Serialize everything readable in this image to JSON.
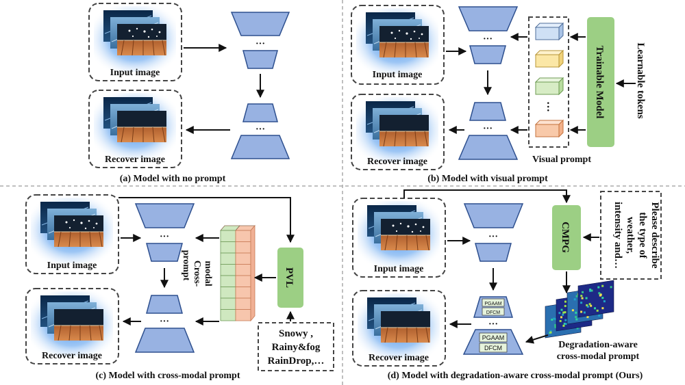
{
  "panels": {
    "a": {
      "caption": "(a) Model with no prompt",
      "input_label": "Input image",
      "output_label": "Recover  image",
      "dots": "···"
    },
    "b": {
      "caption": "(b) Model with  visual prompt",
      "input_label": "Input image",
      "output_label": "Recover  image",
      "dots": "···",
      "trainable_model": "Trainable Model",
      "learnable_tokens": "Learnable tokens",
      "visual_prompt": "Visual  prompt",
      "token_dots": "···"
    },
    "c": {
      "caption": "(c) Model with cross-modal prompt",
      "input_label": "Input image",
      "output_label": "Recover  image",
      "dots": "···",
      "cross_modal_line1": "Cross-",
      "cross_modal_line2": "modal",
      "cross_modal_line3": "prompt",
      "pvl": "PVL",
      "weather_line1": "Snowy ,",
      "weather_line2": "Rainy&fog",
      "weather_line3": "RainDrop,…"
    },
    "d": {
      "caption": "(d) Model with degradation-aware cross-modal prompt (Ours)",
      "input_label": "Input image",
      "output_label": "Recover  image",
      "dots": "···",
      "cmpg": "CMPG",
      "question_line1": "Please describe",
      "question_line2": "the type of",
      "question_line3": "weather,",
      "question_line4": "intensity and…",
      "pgaam": "PGAAM",
      "dfcm": "DFCM",
      "prompt_line1": "Degradation-aware",
      "prompt_line2": "cross-modal prompt"
    }
  },
  "colors": {
    "trapezoid_fill": "#98b2e2",
    "trapezoid_stroke": "#2d4f8e",
    "green_box": "#9ccf84",
    "image_glow": "#3f8de8",
    "divider": "#aaaaaa",
    "token_blue": "#cfe0f5",
    "token_yellow": "#fbe7a6",
    "token_green": "#d7ecc5",
    "token_orange": "#f8c9a9",
    "grid_green": "#cfe8c0",
    "grid_orange": "#f7c6ad"
  },
  "icons": [
    "arrow-icon",
    "token-cube-icon",
    "image-stack-icon",
    "feature-map-icon"
  ]
}
